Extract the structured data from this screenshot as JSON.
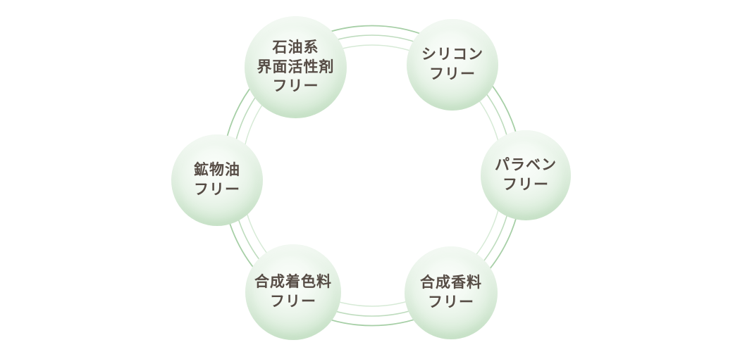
{
  "diagram": {
    "description": "Six additive-free claims arranged around three decorative concentric rings",
    "badges": [
      {
        "id": "petroleum-surfactant-free",
        "text": "石油系界面活性剤フリー",
        "lines": [
          "石油系",
          "界面活性剤",
          "フリー"
        ]
      },
      {
        "id": "silicone-free",
        "text": "シリコンフリー",
        "lines": [
          "シリコン",
          "フリー"
        ]
      },
      {
        "id": "mineral-oil-free",
        "text": "鉱物油フリー",
        "lines": [
          "鉱物油",
          "フリー"
        ]
      },
      {
        "id": "paraben-free",
        "text": "パラベンフリー",
        "lines": [
          "パラベン",
          "フリー"
        ]
      },
      {
        "id": "synthetic-colorant-free",
        "text": "合成着色料フリー",
        "lines": [
          "合成着色料",
          "フリー"
        ]
      },
      {
        "id": "synthetic-fragrance-free",
        "text": "合成香料フリー",
        "lines": [
          "合成香料",
          "フリー"
        ]
      }
    ],
    "colors": {
      "background": "#ffffff",
      "text": "#564c45",
      "sphere_highlight": "#fafdfa",
      "sphere_edge": "#b4d6b4",
      "ring_outer": "#a6cfa6",
      "ring_middle": "#bedcbe",
      "ring_inner": "#d6ead6"
    }
  }
}
